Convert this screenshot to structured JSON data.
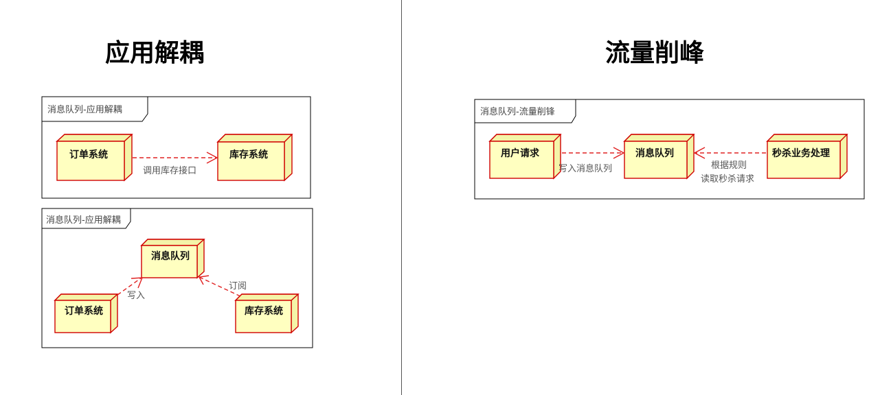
{
  "left": {
    "title": "应用解耦",
    "diagram1": {
      "frame_label": "消息队列-应用解耦",
      "nodes": [
        "订单系统",
        "库存系统"
      ],
      "edge_label": "调用库存接口"
    },
    "diagram2": {
      "frame_label": "消息队列-应用解耦",
      "nodes": [
        "消息队列",
        "订单系统",
        "库存系统"
      ],
      "edge_labels": [
        "写入",
        "订阅"
      ]
    }
  },
  "right": {
    "title": "流量削峰",
    "diagram": {
      "frame_label": "消息队列-流量削锋",
      "nodes": [
        "用户请求",
        "消息队列",
        "秒杀业务处理"
      ],
      "edge_label_1": "写入消息队列",
      "edge_label_2_line1": "根据规则",
      "edge_label_2_line2": "读取秒杀请求"
    }
  },
  "colors": {
    "node_fill": "#ffffc0",
    "node_border": "#d00000",
    "arrow": "#e02020"
  }
}
